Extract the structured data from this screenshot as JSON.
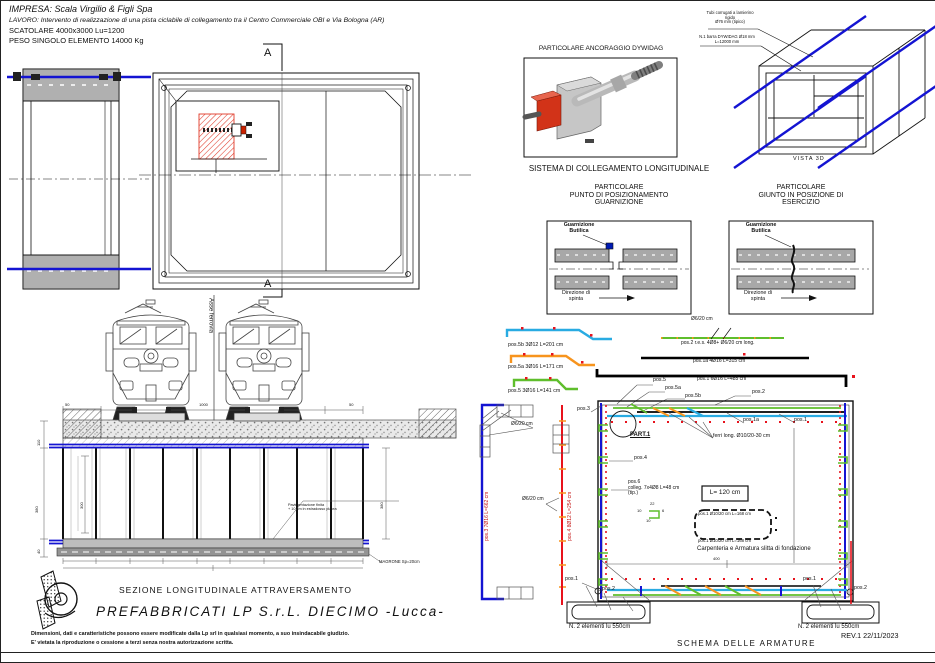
{
  "colors": {
    "blue": "#1414d2",
    "cyan": "#29abe2",
    "orange": "#f7941d",
    "green": "#5fbe2c",
    "red": "#e8121c",
    "gray": "#a8a8a8"
  },
  "header": {
    "impresa": "IMPRESA: Scala Virgilio & Figli Spa",
    "lavoro": "LAVORO: Intervento di realizzazione di una pista ciclabile di collegamento tra il Centro Commerciale OBI e Via Bologna (AR)",
    "scatolare": "SCATOLARE 4000x3000 Lu=1200",
    "peso": "PESO SINGOLO ELEMENTO 14000 Kg"
  },
  "plan": {
    "section_top": "A",
    "section_bottom": "A"
  },
  "anchor_detail": {
    "title": "PARTICOLARE ANCORAGGIO DYWIDAG"
  },
  "sistema": {
    "title": "SISTEMA DI COLLEGAMENTO LONGITUDINALE"
  },
  "iso": {
    "note_tubi": "Tubi corrugati a lamierino\nrigido\nØ76 mm (tipico)",
    "note_barra": "N.1 barra DYWIDAG Ø18 mm\nL=12000 mm",
    "caption": "VISTA 3D"
  },
  "gasket_pos": {
    "title": "PARTICOLARE\nPUNTO DI POSIZIONAMENTO\nGUARNIZIONE",
    "callout": "Guarnizione\nButilica",
    "direction": "Direzione di\nspinta"
  },
  "gasket_es": {
    "title": "PARTICOLARE\nGIUNTO IN POSIZIONE DI\nESERCIZIO",
    "callout": "Guarnizione\nButilica",
    "direction": "Direzione di\nspinta"
  },
  "bars": {
    "pos5b": "pos.5b 3Ø12 L=201 cm",
    "pos5a": "pos.5a 3Ø16 L=171 cm",
    "pos5": "pos.5 3Ø16 L=141 cm",
    "phi620": "Ø6/20 cm",
    "pos2": "pos.2 r.e.s. 4Ø8+ Ø6/20 cm long.",
    "pos1a": "pos.1a 4Ø16 L=315 cm",
    "pos1": "pos.1 6Ø16 L=485 cm",
    "c_pos5": "pos.5",
    "c_pos5a": "pos.5a",
    "c_pos5b": "pos.5b",
    "c_pos2": "pos.2"
  },
  "schema": {
    "pos3_rot": "pos.3 7Ø16 L=662 cm",
    "pos4_rot": "pos.4 8Ø12 L=254 cm",
    "phi620_a": "Ø6/20 cm",
    "phi620_b": "Ø6/20 cm",
    "c_pos3": "pos.3",
    "c_pos1_left": "pos.1",
    "c_pos4": "pos.4",
    "c_pos1a": "pos.1a",
    "c_pos1_top": "pos.1",
    "part1": "PART.1",
    "pos6": "pos.6\ncolleg. 7x4Ø8 L=48 cm\n(tip.)",
    "stp_22": "22",
    "stp_10a": "10",
    "stp_10b": "10",
    "stp_6": "6",
    "ferri": "ferri long. Ø10/20-30 cm",
    "l120": "L= 120 cm",
    "pos1_box_top": "pos.1 Ø10/20 cm L=168 cm",
    "pos1_box_bot": "pos.1 Ø10/20 cm L=168 cm",
    "carpenteria": "Carpenteria e Armatura slitta di fondazione",
    "dim400": "400",
    "c_pos2_bl": "pos.2",
    "c_pos1_br": "pos.1",
    "c_pos2_br": "pos.2",
    "elem_left": "N. 2 elementi lu 550cm",
    "elem_right": "N. 2 elementi lu 550cm",
    "title": "SCHEMA DELLE ARMATURE",
    "rev": "REV.1 22/11/2023"
  },
  "sezione": {
    "asse": "Asse ferrovia",
    "title": "SEZIONE LONGITUDINALE ATTRAVERSAMENTO",
    "magrone": "MAGRONE Sp=20cm",
    "nota": "Pavimentazione finita\n+ 10 cm in estradosso platea",
    "d110": "110",
    "d380": "380",
    "d300": "300",
    "d40": "40",
    "d380r": "380",
    "d1000": "1000",
    "d50l": "50",
    "d50r": "50"
  },
  "footer": {
    "company": "PREFABBRICATI LP S.r.L. DIECIMO -Lucca-",
    "disc1": "Dimensioni, dati e caratteristiche possono essere modificate dalla Lp srl in qualsiasi momento, a suo insindacabile giudizio.",
    "disc2": "E' vietata la riproduzione o cessione a terzi senza nostra autorizzazione scritta."
  }
}
